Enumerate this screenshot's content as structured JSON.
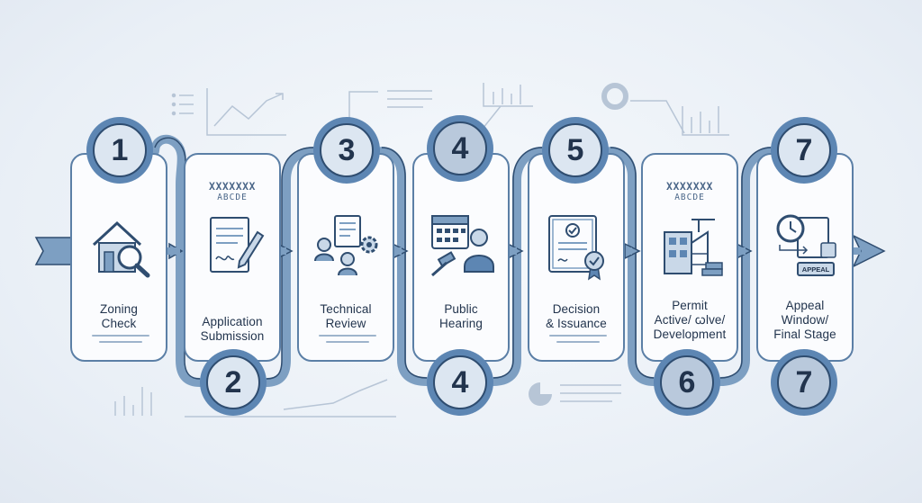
{
  "steps": [
    {
      "top_badge": "1",
      "bottom_badge": "",
      "label_lines": [
        "Zoning",
        "Check"
      ],
      "header": "",
      "subheader": "",
      "icon": "house-magnifier-icon"
    },
    {
      "top_badge": "",
      "bottom_badge": "2",
      "label_lines": [
        "Application",
        "Submission"
      ],
      "header": "XXXXXXX",
      "subheader": "ABCDE",
      "icon": "document-pen-icon"
    },
    {
      "top_badge": "3",
      "bottom_badge": "",
      "label_lines": [
        "Technical",
        "Review"
      ],
      "header": "",
      "subheader": "",
      "icon": "team-review-icon"
    },
    {
      "top_badge": "4",
      "bottom_badge": "4",
      "label_lines": [
        "Public",
        "Hearing"
      ],
      "header": "",
      "subheader": "",
      "icon": "hearing-gavel-icon"
    },
    {
      "top_badge": "5",
      "bottom_badge": "",
      "label_lines": [
        "Decision",
        "& Issuance"
      ],
      "header": "",
      "subheader": "",
      "icon": "certificate-icon"
    },
    {
      "top_badge": "",
      "bottom_badge": "6",
      "label_lines": [
        "Permit",
        "Active/ ꞷlve/",
        "Development"
      ],
      "header": "XXXXXXX",
      "subheader": "ABCDE",
      "icon": "construction-icon"
    },
    {
      "top_badge": "7",
      "bottom_badge": "7",
      "label_lines": [
        "Appeal",
        "Window/",
        "Final Stage"
      ],
      "header": "",
      "subheader": "",
      "icon": "appeal-clock-icon"
    }
  ],
  "appeal_stamp": "APPEAL",
  "colors": {
    "accent": "#5d86b3",
    "dark": "#22344d",
    "card_border": "#5b7fa6",
    "light_fill": "#dce6f1"
  }
}
